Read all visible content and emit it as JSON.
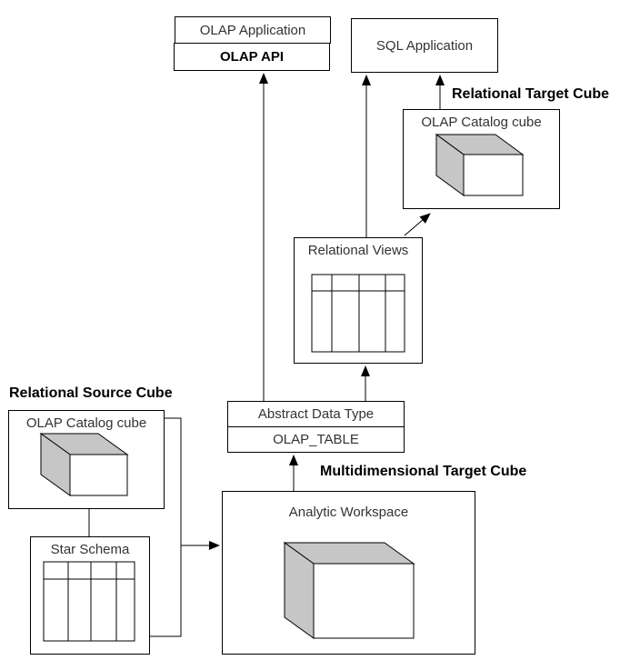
{
  "colors": {
    "cube_gray": "#c6c6c6",
    "line": "#000000",
    "background": "#ffffff"
  },
  "section_labels": {
    "relational_target_cube": "Relational Target Cube",
    "relational_source_cube": "Relational Source Cube",
    "multidimensional_target_cube": "Multidimensional Target Cube"
  },
  "boxes": {
    "olap_application": "OLAP Application",
    "olap_api": "OLAP API",
    "sql_application": "SQL Application",
    "target_olap_catalog_cube": "OLAP Catalog cube",
    "relational_views": "Relational Views",
    "abstract_data_type": "Abstract Data Type",
    "olap_table": "OLAP_TABLE",
    "source_olap_catalog_cube": "OLAP Catalog cube",
    "star_schema": "Star Schema",
    "analytic_workspace": "Analytic Workspace"
  }
}
